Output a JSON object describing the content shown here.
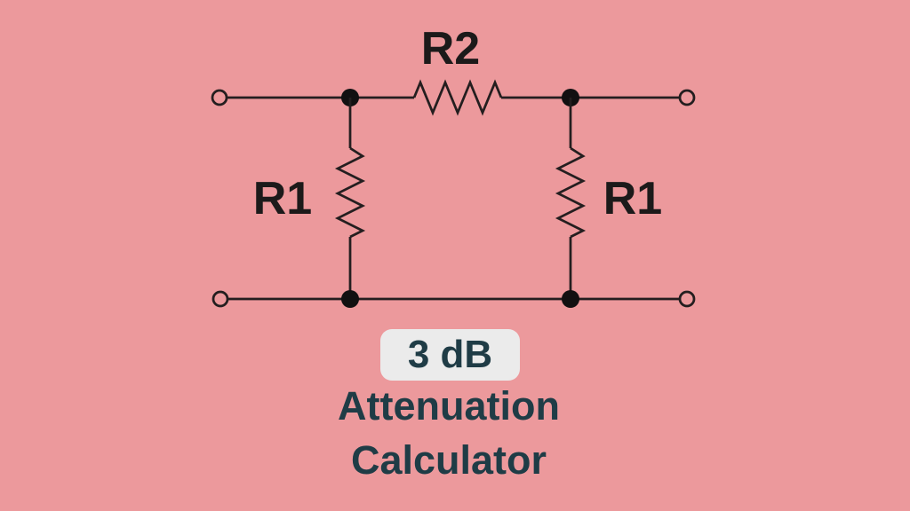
{
  "colors": {
    "background": "#ec999c",
    "wire": "#241e1f",
    "resistor_label": "#1c1a1a",
    "badge_background": "#ebebeb",
    "title_text": "#1f3c46"
  },
  "circuit": {
    "type": "pi-attenuator",
    "top_resistor_label": "R2",
    "left_resistor_label": "R1",
    "right_resistor_label": "R1"
  },
  "badge": {
    "text": "3 dB"
  },
  "title": {
    "line1": "Attenuation",
    "line2": "Calculator"
  }
}
